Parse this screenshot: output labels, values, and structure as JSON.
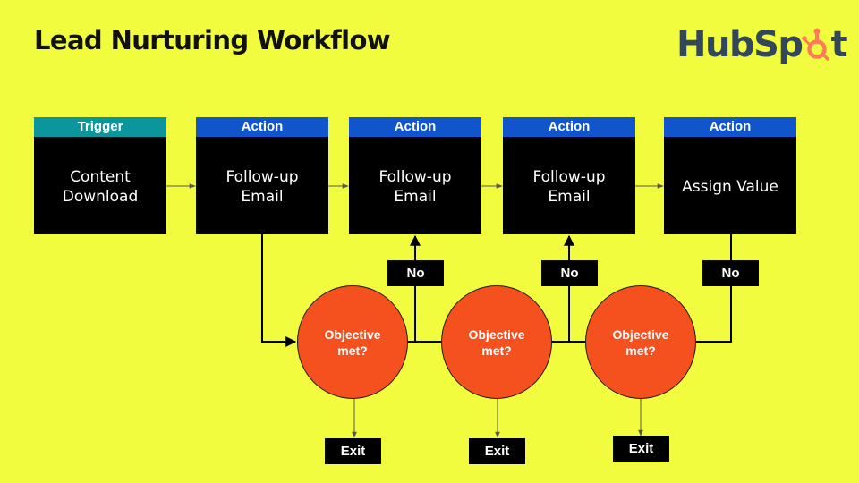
{
  "title": "Lead Nurturing Workflow",
  "logo": {
    "text_before": "HubSp",
    "text_after": "t",
    "sprocket_icon": "hubspot-sprocket-icon"
  },
  "colors": {
    "background": "#f2fc3e",
    "trigger_header": "#0a969c",
    "action_header": "#1155cc",
    "card": "#000000",
    "decision": "#f4511e",
    "logo_text": "#33475b",
    "logo_sprocket": "#ff7a59"
  },
  "steps": [
    {
      "kind": "Trigger",
      "label": "Content Download"
    },
    {
      "kind": "Action",
      "label": "Follow-up Email"
    },
    {
      "kind": "Action",
      "label": "Follow-up Email"
    },
    {
      "kind": "Action",
      "label": "Follow-up Email"
    },
    {
      "kind": "Action",
      "label": "Assign Value"
    }
  ],
  "decisions": [
    {
      "label": "Objective met?",
      "no_label": "No",
      "exit_label": "Exit"
    },
    {
      "label": "Objective met?",
      "no_label": "No",
      "exit_label": "Exit"
    },
    {
      "label": "Objective met?",
      "no_label": "No",
      "exit_label": "Exit"
    }
  ]
}
